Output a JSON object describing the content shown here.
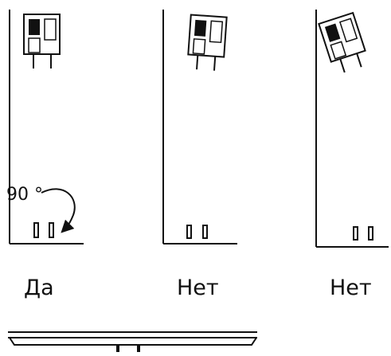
{
  "panels": [
    {
      "caption": "Да",
      "angle_label": "90 °"
    },
    {
      "caption": "Нет"
    },
    {
      "caption": "Нет"
    }
  ],
  "colors": {
    "stroke": "#111111",
    "background": "#ffffff"
  },
  "icons": [
    "plug-icon",
    "socket-icon",
    "rotation-arrow-icon",
    "base-plate-icon"
  ]
}
